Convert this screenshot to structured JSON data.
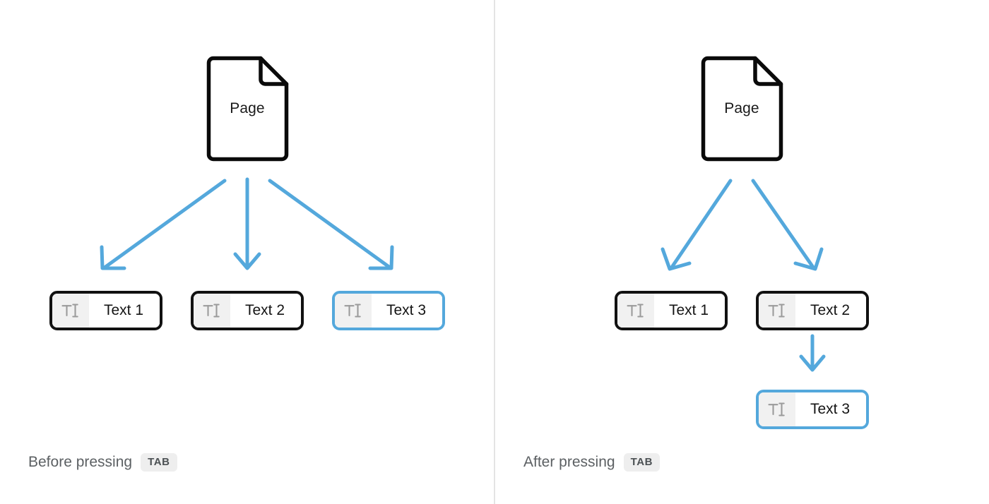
{
  "diagram": {
    "title_semantics": "tab-indent-behavior-before-and-after",
    "accent_blue": "#54a8dc",
    "node_border_black": "#111111",
    "icon_cell_bg": "#f1f1f1",
    "divider_color": "#e4e4e4",
    "page_text_color": "#1a1a1a",
    "caption_color": "#5c6063",
    "kbd_bg": "#eeeeee"
  },
  "panels": [
    {
      "id": "before",
      "caption": {
        "text": "Before pressing",
        "key": "TAB"
      },
      "page": {
        "label": "Page",
        "icon": "page-document-icon"
      },
      "nodes": [
        {
          "label": "Text 1",
          "icon": "text-tool-icon",
          "selected": false
        },
        {
          "label": "Text 2",
          "icon": "text-tool-icon",
          "selected": false
        },
        {
          "label": "Text 3",
          "icon": "text-tool-icon",
          "selected": true
        }
      ]
    },
    {
      "id": "after",
      "caption": {
        "text": "After pressing",
        "key": "TAB"
      },
      "page": {
        "label": "Page",
        "icon": "page-document-icon"
      },
      "nodes": [
        {
          "label": "Text 1",
          "icon": "text-tool-icon",
          "selected": false
        },
        {
          "label": "Text 2",
          "icon": "text-tool-icon",
          "selected": false
        },
        {
          "label": "Text 3",
          "icon": "text-tool-icon",
          "selected": true
        }
      ]
    }
  ]
}
